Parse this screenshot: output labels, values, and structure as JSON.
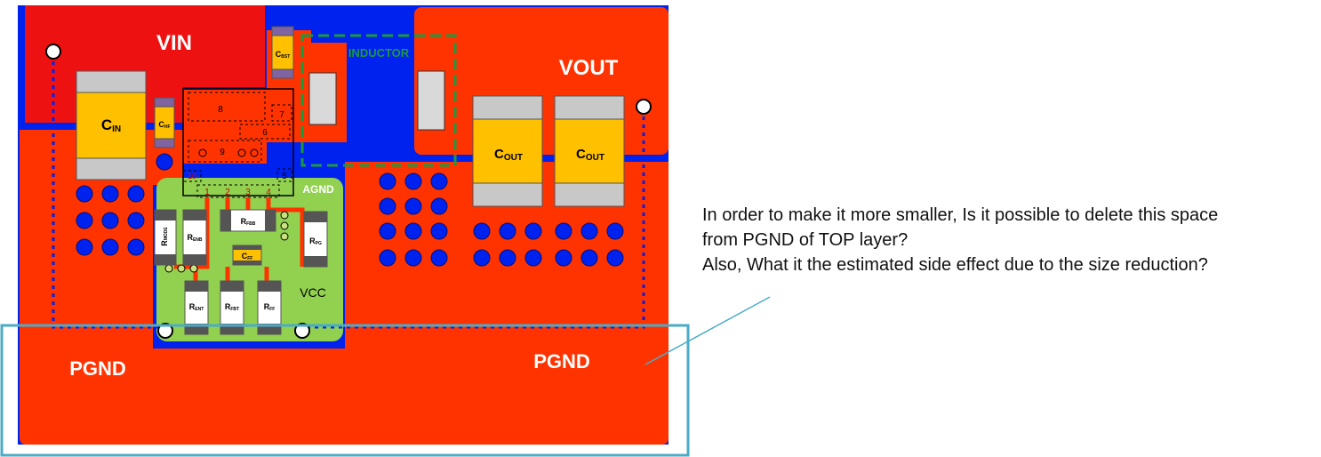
{
  "board": {
    "nets": {
      "vin": "VIN",
      "vout": "VOUT",
      "pgnd_left": "PGND",
      "pgnd_right": "PGND",
      "agnd": "AGND",
      "vcc": "VCC",
      "inductor": "INDUCTOR"
    },
    "components": {
      "cin": {
        "main": "C",
        "sub": "IN"
      },
      "chf": {
        "main": "C",
        "sub": "HF"
      },
      "cbst": {
        "main": "C",
        "sub": "BST"
      },
      "cout1": {
        "main": "C",
        "sub": "OUT"
      },
      "cout2": {
        "main": "C",
        "sub": "OUT"
      },
      "rmode": {
        "main": "R",
        "sub": "MODE"
      },
      "renb": {
        "main": "R",
        "sub": "ENB"
      },
      "rfbb": {
        "main": "R",
        "sub": "FBB"
      },
      "cff": {
        "main": "C",
        "sub": "FF"
      },
      "rpg": {
        "main": "R",
        "sub": "PG"
      },
      "rent": {
        "main": "R",
        "sub": "ENT"
      },
      "rfbt": {
        "main": "R",
        "sub": "FBT"
      },
      "rff": {
        "main": "R",
        "sub": "FF"
      }
    },
    "pins": [
      "1",
      "2",
      "3",
      "4",
      "5",
      "6",
      "7",
      "8",
      "9",
      "10"
    ],
    "colors": {
      "copper_top": "#ff3300",
      "vin_plane": "#ee1111",
      "bottom_layer": "#0022ee",
      "agnd_plane": "#92d050",
      "via": "#0022ee",
      "cap_body": "#ffc000",
      "highlight_box": "#4bacc6",
      "inductor_outline": "#1a9a3c"
    }
  },
  "annotation": {
    "lines": [
      "In order to make it more smaller, Is it possible to delete this space",
      "from PGND of TOP layer?",
      "Also, What it the estimated side effect due to the size reduction?"
    ]
  }
}
